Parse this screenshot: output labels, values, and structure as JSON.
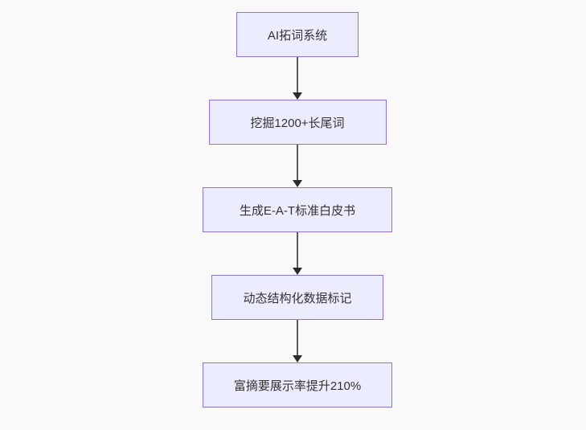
{
  "flowchart": {
    "type": "flowchart",
    "direction": "top-down",
    "nodes": [
      {
        "label": "AI拓词系统"
      },
      {
        "label": "挖掘1200+长尾词"
      },
      {
        "label": "生成E-A-T标准白皮书"
      },
      {
        "label": "动态结构化数据标记"
      },
      {
        "label": "富摘要展示率提升210%"
      }
    ],
    "edges": [
      {
        "from": "AI拓词系统",
        "to": "挖掘1200+长尾词",
        "arrow": "down"
      },
      {
        "from": "挖掘1200+长尾词",
        "to": "生成E-A-T标准白皮书",
        "arrow": "down"
      },
      {
        "from": "生成E-A-T标准白皮书",
        "to": "动态结构化数据标记",
        "arrow": "down"
      },
      {
        "from": "动态结构化数据标记",
        "to": "富摘要展示率提升210%",
        "arrow": "down"
      }
    ],
    "style": {
      "background": "#f9f9f9",
      "node_fill": "#ECECFF",
      "node_border": "#9370DB",
      "node_text": "#333333",
      "arrow_line": "#5b5b5b",
      "arrow_head": "#2b2b2b"
    }
  }
}
